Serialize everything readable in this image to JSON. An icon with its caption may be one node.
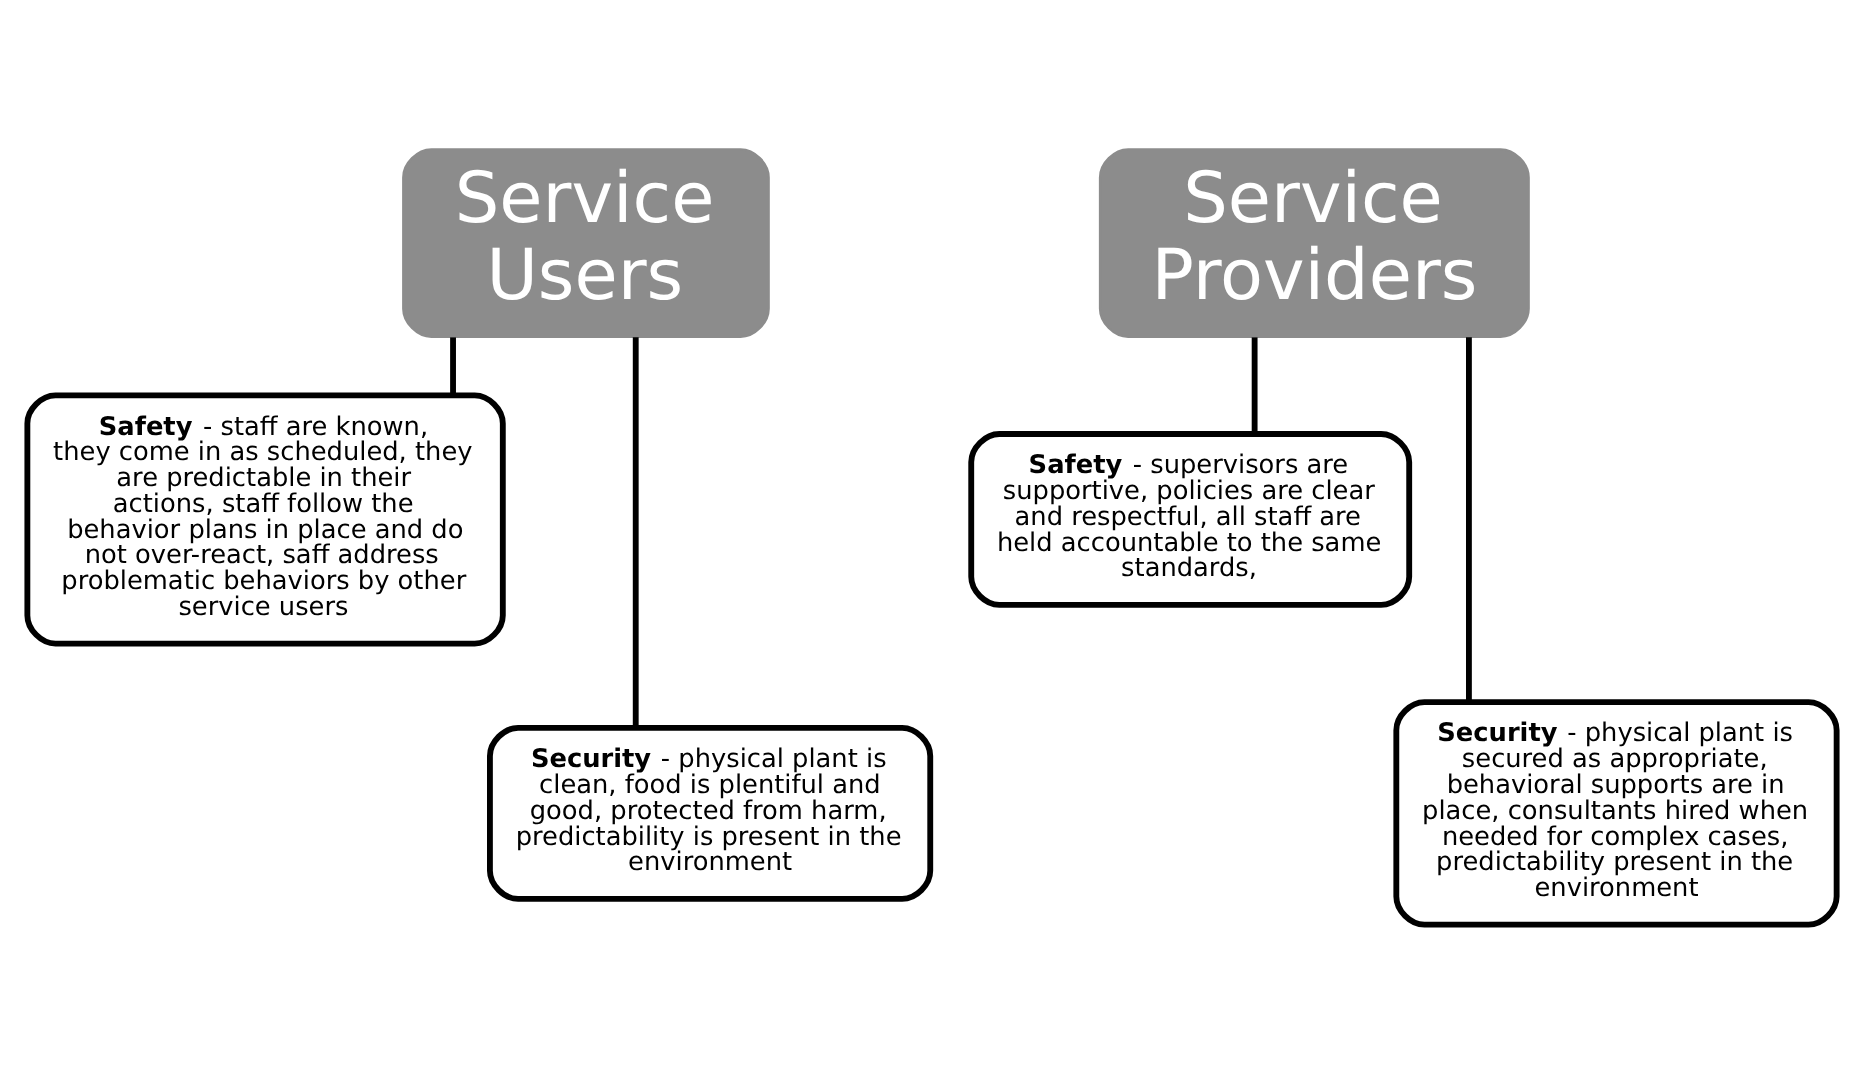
{
  "diagram": {
    "nodes": [
      {
        "text": [
          "Service Users"
        ]
      },
      {
        "text": [
          "Service Providers"
        ]
      },
      {
        "text": [
          "**Safety** - staff are known, they come in as scheduled, they are predictable in their actions, staff follow the behavior plans in place and do not over-react, saff address problematic behaviors by other service users"
        ]
      },
      {
        "text": [
          "**Safety** - supervisors are supportive, policies are clear and respectful, all staff are held accountable to the same standards,"
        ]
      },
      {
        "text": [
          "**Security** - physical plant is clean, food is plentiful and good, protected from harm, predictability is present in the environment"
        ]
      },
      {
        "text": [
          "**Security** - physical plant is secured as appropriate, behavioral supports are in place, consultants hired when needed for complex cases, predictability present in the environment"
        ]
      }
    ],
    "edges": [
      {
        "from": 0,
        "to": 2,
        "arrow": "none"
      },
      {
        "from": 0,
        "to": 4,
        "arrow": "none"
      },
      {
        "from": 1,
        "to": 3,
        "arrow": "none"
      },
      {
        "from": 1,
        "to": 5,
        "arrow": "none"
      }
    ]
  }
}
